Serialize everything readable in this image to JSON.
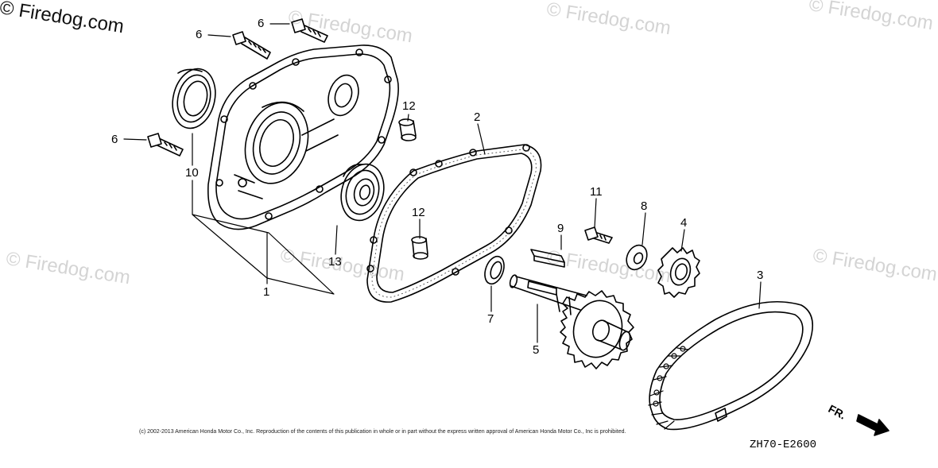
{
  "watermarks": [
    "© Firedog.com",
    "© Firedog.com",
    "© Firedog.com",
    "© Firedog.com",
    "© Firedog.com",
    "© Firedog.com",
    "© Firedog.com",
    "© Firedog.com"
  ],
  "callouts": {
    "c6a": "6",
    "c6b": "6",
    "c6c": "6",
    "c12a": "12",
    "c12b": "12",
    "c10": "10",
    "c13": "13",
    "c1": "1",
    "c2": "2",
    "c11": "11",
    "c9": "9",
    "c8": "8",
    "c4": "4",
    "c3": "3",
    "c7": "7",
    "c5": "5"
  },
  "copyright": "(c) 2002-2013 American Honda Motor Co., Inc. Reproduction of the contents of this publication in whole or in part without the express written approval of American Honda Motor Co., Inc is prohibited.",
  "diagram_code": "ZH70-E2600",
  "direction_label": "FR.",
  "colors": {
    "line": "#000000",
    "watermark": "#d4d4d4",
    "gasket_dots": "#555555"
  }
}
